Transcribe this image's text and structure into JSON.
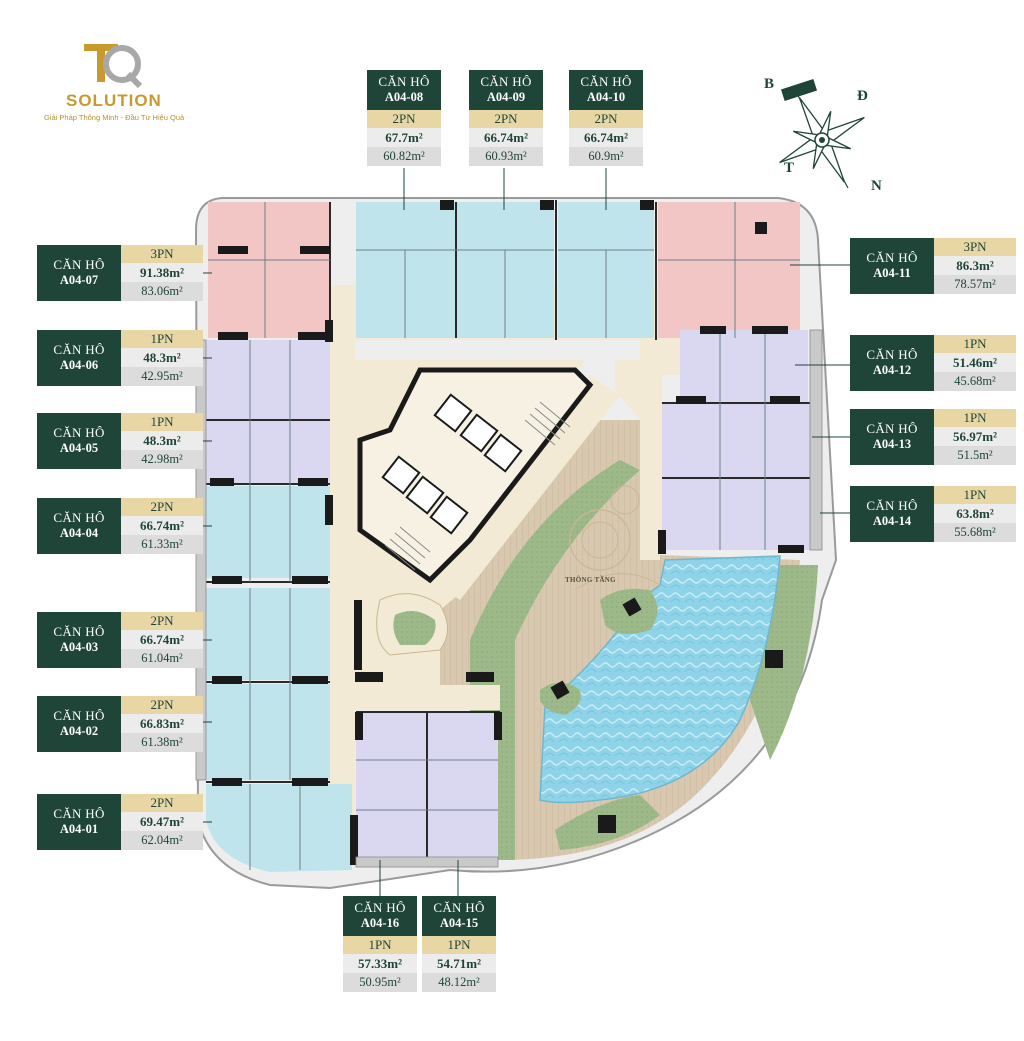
{
  "brand": {
    "name": "SOLUTION",
    "tagline": "Giải Pháp Thông Minh - Đầu Tư Hiệu Quả",
    "colors": {
      "gold": "#c89a2e",
      "green": "#1f4538"
    }
  },
  "compass": {
    "north": "B",
    "east": "Đ",
    "west": "T",
    "south": "N"
  },
  "atrium_label": "THÔNG TẦNG",
  "legend_colors": {
    "unit_2pn": "#bfe4ec",
    "unit_1pn": "#d9d8f0",
    "unit_3pn": "#f3c6c6",
    "corridor": "#f2e8d3",
    "pool": "#8cd2e6",
    "lawn": "#9fb78d",
    "deck": "#d8c7b0",
    "wall": "#1a1a1a"
  },
  "units": [
    {
      "id": "a04-01",
      "prefix": "CĂN HÔ",
      "code": "A04-01",
      "type": "2PN",
      "gross": "69.47m²",
      "net": "62.04m²"
    },
    {
      "id": "a04-02",
      "prefix": "CĂN HÔ",
      "code": "A04-02",
      "type": "2PN",
      "gross": "66.83m²",
      "net": "61.38m²"
    },
    {
      "id": "a04-03",
      "prefix": "CĂN HÔ",
      "code": "A04-03",
      "type": "2PN",
      "gross": "66.74m²",
      "net": "61.04m²"
    },
    {
      "id": "a04-04",
      "prefix": "CĂN HÔ",
      "code": "A04-04",
      "type": "2PN",
      "gross": "66.74m²",
      "net": "61.33m²"
    },
    {
      "id": "a04-05",
      "prefix": "CĂN HÔ",
      "code": "A04-05",
      "type": "1PN",
      "gross": "48.3m²",
      "net": "42.98m²"
    },
    {
      "id": "a04-06",
      "prefix": "CĂN HÔ",
      "code": "A04-06",
      "type": "1PN",
      "gross": "48.3m²",
      "net": "42.95m²"
    },
    {
      "id": "a04-07",
      "prefix": "CĂN HÔ",
      "code": "A04-07",
      "type": "3PN",
      "gross": "91.38m²",
      "net": "83.06m²"
    },
    {
      "id": "a04-08",
      "prefix": "CĂN HÔ",
      "code": "A04-08",
      "type": "2PN",
      "gross": "67.7m²",
      "net": "60.82m²"
    },
    {
      "id": "a04-09",
      "prefix": "CĂN HÔ",
      "code": "A04-09",
      "type": "2PN",
      "gross": "66.74m²",
      "net": "60.93m²"
    },
    {
      "id": "a04-10",
      "prefix": "CĂN HÔ",
      "code": "A04-10",
      "type": "2PN",
      "gross": "66.74m²",
      "net": "60.9m²"
    },
    {
      "id": "a04-11",
      "prefix": "CĂN HÔ",
      "code": "A04-11",
      "type": "3PN",
      "gross": "86.3m²",
      "net": "78.57m²"
    },
    {
      "id": "a04-12",
      "prefix": "CĂN HÔ",
      "code": "A04-12",
      "type": "1PN",
      "gross": "51.46m²",
      "net": "45.68m²"
    },
    {
      "id": "a04-13",
      "prefix": "CĂN HÔ",
      "code": "A04-13",
      "type": "1PN",
      "gross": "56.97m²",
      "net": "51.5m²"
    },
    {
      "id": "a04-14",
      "prefix": "CĂN HÔ",
      "code": "A04-14",
      "type": "1PN",
      "gross": "63.8m²",
      "net": "55.68m²"
    },
    {
      "id": "a04-15",
      "prefix": "CĂN HÔ",
      "code": "A04-15",
      "type": "1PN",
      "gross": "54.71m²",
      "net": "48.12m²"
    },
    {
      "id": "a04-16",
      "prefix": "CĂN HÔ",
      "code": "A04-16",
      "type": "1PN",
      "gross": "57.33m²",
      "net": "50.95m²"
    }
  ]
}
